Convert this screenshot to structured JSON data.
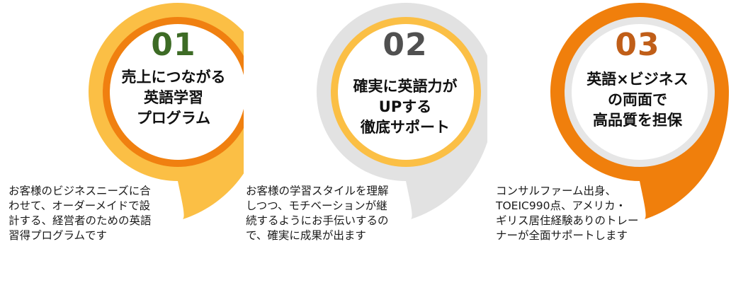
{
  "features": [
    {
      "number": "01",
      "title_lines": [
        "売上につながる",
        "英語学習",
        "プログラム"
      ],
      "description_lines": [
        "お客様のビジネスニーズに合",
        "わせて、オーダーメイドで設",
        "計する、経営者のための英語",
        "習得プログラムです"
      ],
      "colors": {
        "outer": "#fbbf45",
        "ring": "#f08010",
        "number": "#3d6b25"
      }
    },
    {
      "number": "02",
      "title_lines": [
        "確実に英語力が",
        "UPする",
        "徹底サポート"
      ],
      "description_lines": [
        "お客様の学習スタイルを理解",
        "しつつ、モチベーションが継",
        "続するようにお手伝いするの",
        "で、確実に成果が出ます"
      ],
      "colors": {
        "outer": "#e2e2e2",
        "ring": "#fbbf45",
        "number": "#505050"
      }
    },
    {
      "number": "03",
      "title_lines": [
        "英語×ビジネス",
        "の両面で",
        "高品質を担保"
      ],
      "description_lines": [
        "コンサルファーム出身、",
        "TOEIC990点、アメリカ・",
        "ギリス居住経験ありのトレー",
        "ナーが全面サポートします"
      ],
      "colors": {
        "outer": "#f07f0c",
        "ring": "#e6e6e6",
        "number": "#c05e18"
      }
    }
  ]
}
